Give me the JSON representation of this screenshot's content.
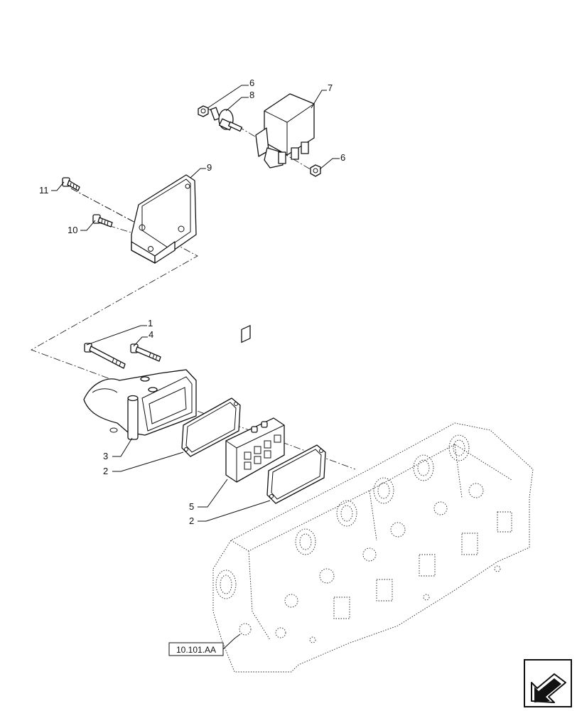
{
  "callouts": {
    "c1": "1",
    "c2a": "2",
    "c2b": "2",
    "c3": "3",
    "c4": "4",
    "c5": "5",
    "c6a": "6",
    "c6b": "6",
    "c7": "7",
    "c8": "8",
    "c9": "9",
    "c10": "10",
    "c11": "11"
  },
  "reference_label": "10.101.AA",
  "nav_icon": "next-page-arrow-icon"
}
